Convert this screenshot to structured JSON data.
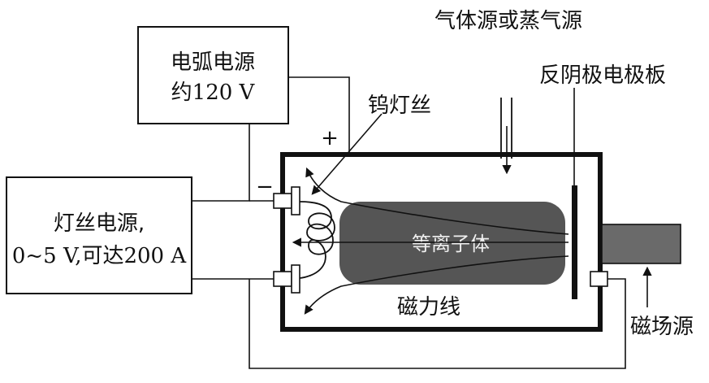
{
  "labels": {
    "gas_source": "气体源或蒸气源",
    "anti_cathode_plate": "反阴极电极板",
    "arc_power_line1": "电弧电源",
    "arc_power_line2": "约120 V",
    "tungsten_filament": "钨灯丝",
    "plus_sign": "+",
    "minus_sign": "−",
    "filament_power_line1": "灯丝电源,",
    "filament_power_line2": "0~5 V,可达200 A",
    "plasma": "等离子体",
    "magnetic_field_lines": "磁力线",
    "magnetic_field_source": "磁场源"
  },
  "colors": {
    "line": "#111111",
    "plasma_fill": "#555555",
    "magnet_fill": "#6a6a6a",
    "background": "#ffffff"
  }
}
